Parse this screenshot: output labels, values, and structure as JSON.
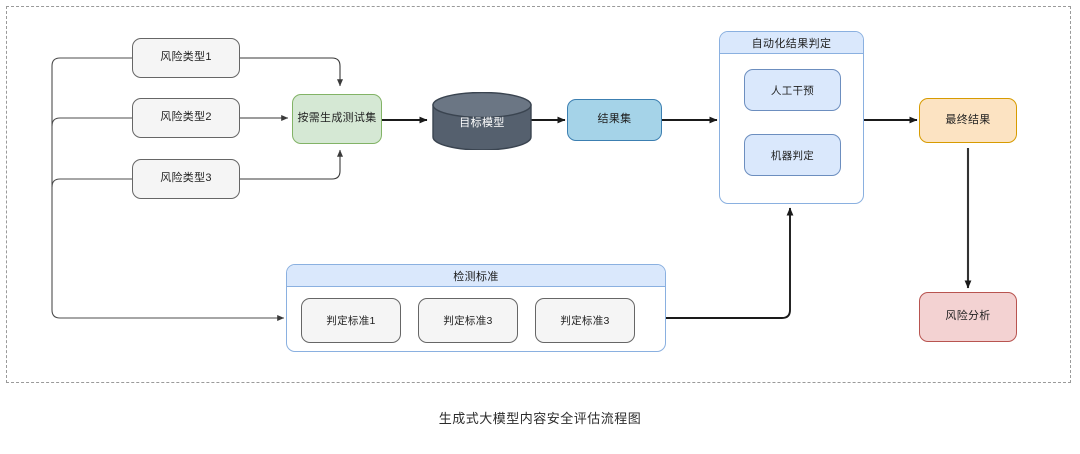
{
  "caption": "生成式大模型内容安全评估流程图",
  "colors": {
    "gray_fill": "#f5f5f5",
    "gray_stroke": "#666666",
    "green_fill": "#d5e8d4",
    "green_stroke": "#82b366",
    "blue_fill": "#a5d3e8",
    "blue_stroke": "#3c7fb1",
    "lightblue_fill": "#dae8fc",
    "lightblue_stroke": "#6c8ebf",
    "orange_fill": "#fce3c2",
    "orange_stroke": "#d79b00",
    "red_fill": "#f3d2d2",
    "red_stroke": "#b85450",
    "cylinder_fill": "#55606e",
    "cylinder_stroke": "#3a4450",
    "edge_dark": "#1a1a1a",
    "edge_thin": "#4d4d4d",
    "frame_dash": "#9a9a9a"
  },
  "nodes": {
    "risk_type_1": "风险类型1",
    "risk_type_2": "风险类型2",
    "risk_type_3": "风险类型3",
    "generate_testset": "按需生成测试集",
    "target_model": "目标模型",
    "result_set": "结果集",
    "final_result": "最终结果",
    "risk_analysis": "风险分析"
  },
  "auto_judgment_group": {
    "title": "自动化结果判定",
    "items": [
      {
        "label": "人工干预"
      },
      {
        "label": "机器判定"
      }
    ]
  },
  "detection_standard_group": {
    "title": "检测标准",
    "items": [
      {
        "label": "判定标准1"
      },
      {
        "label": "判定标准3"
      },
      {
        "label": "判定标准3"
      }
    ]
  }
}
